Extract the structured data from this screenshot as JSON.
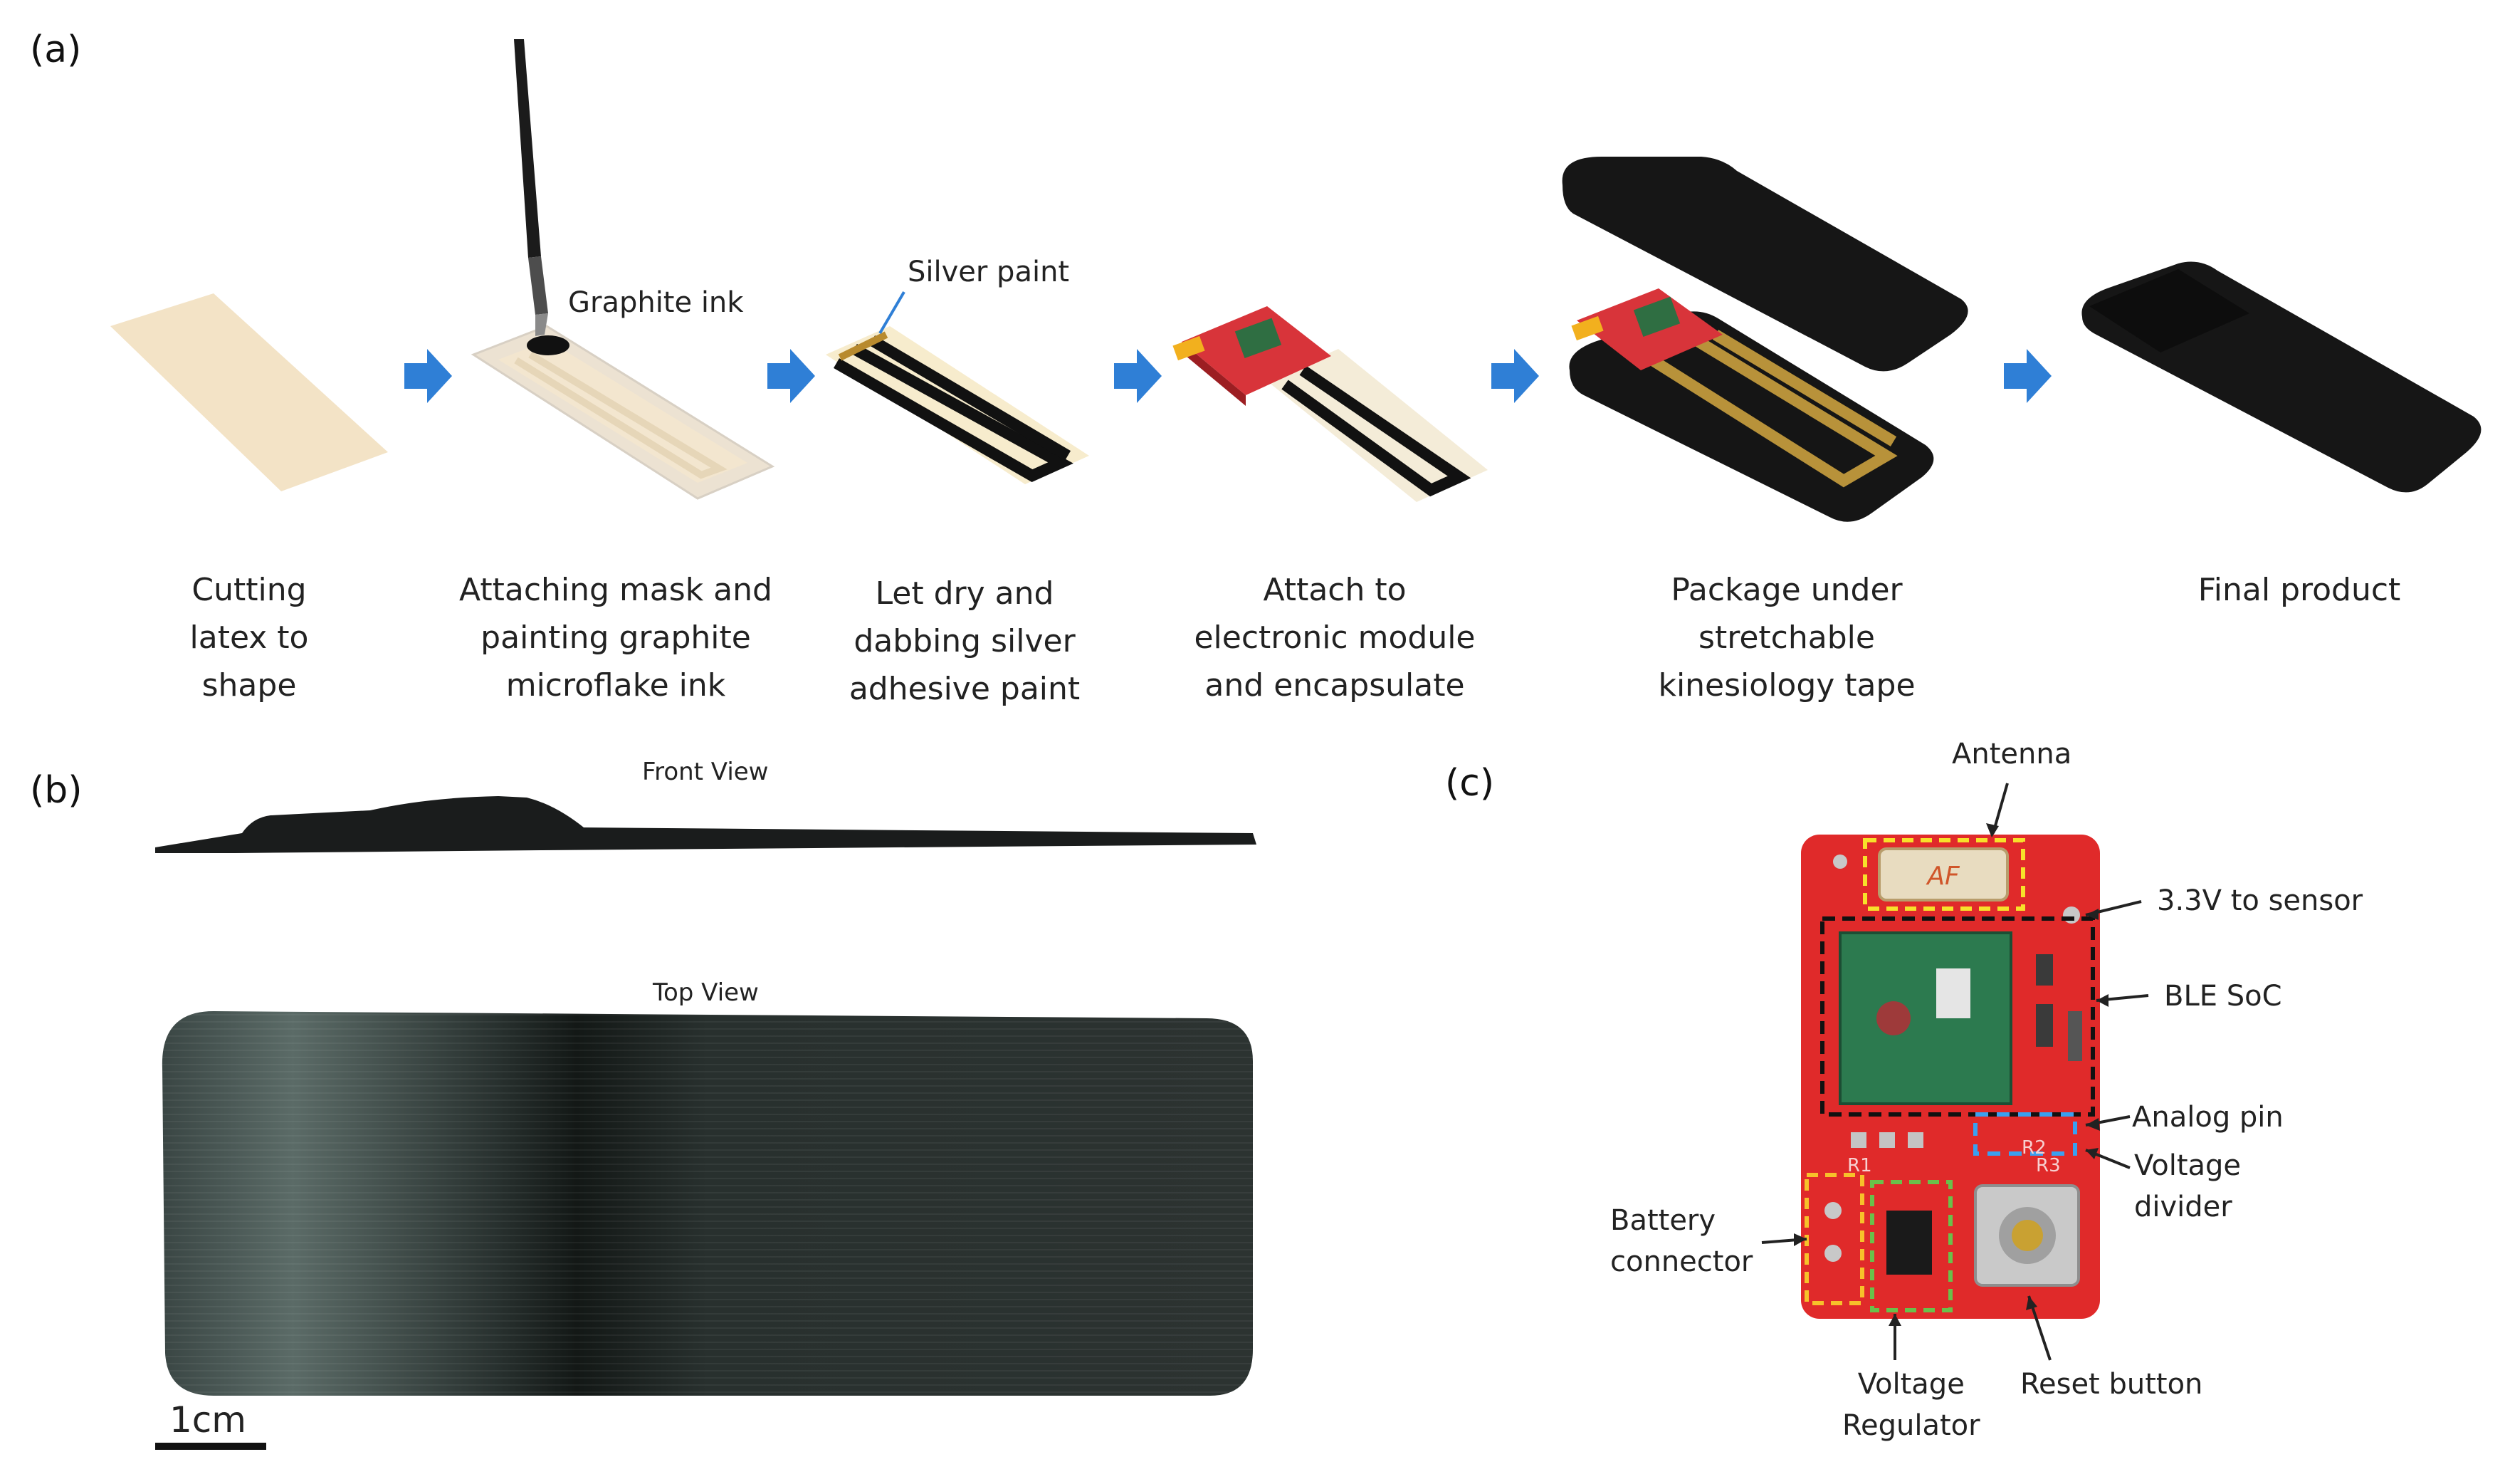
{
  "panels": {
    "a": "(a)",
    "b": "(b)",
    "c": "(c)"
  },
  "steps": [
    {
      "caption": "Cutting\nlatex to\nshape"
    },
    {
      "caption": "Attaching mask and\npainting graphite\nmicroflake ink"
    },
    {
      "caption": "Let dry and\ndabbing silver\nadhesive paint"
    },
    {
      "caption": "Attach to\nelectronic module\nand encapsulate"
    },
    {
      "caption": "Package under\nstretchable\nkinesiology tape"
    },
    {
      "caption": "Final product"
    }
  ],
  "callouts_a": {
    "graphite_ink": "Graphite ink",
    "silver_paint": "Silver paint"
  },
  "panel_b": {
    "front_view": "Front View",
    "top_view": "Top View",
    "scale_bar": "1cm"
  },
  "panel_c": {
    "board_marking": "AF",
    "resistor_r1": "R1",
    "resistor_r2": "R2",
    "resistor_r3": "R3",
    "labels": {
      "antenna": "Antenna",
      "sensor": "3.3V to sensor",
      "ble": "BLE SoC",
      "analog": "Analog pin",
      "divider": "Voltage\ndivider",
      "battery": "Battery\nconnector",
      "regulator": "Voltage\nRegulator",
      "reset": "Reset button"
    }
  },
  "colors": {
    "arrow_blue": "#2f7fd6",
    "latex": "#f3e3c6",
    "pcb_red": "#e02a2a",
    "tape_black": "#151515"
  }
}
